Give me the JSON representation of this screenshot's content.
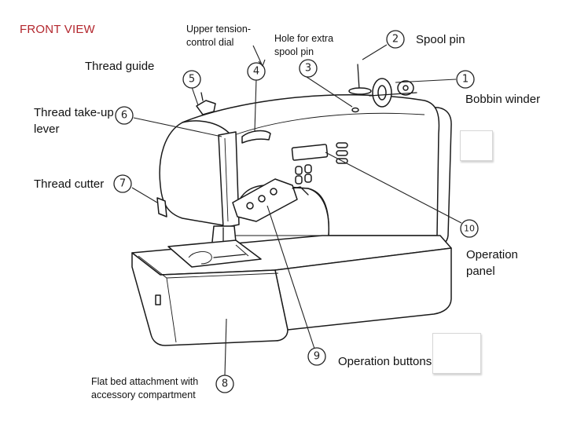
{
  "title": "FRONT VIEW",
  "labels": {
    "spool_pin": "Spool pin",
    "upper_tension": [
      "Upper tension-",
      "control dial"
    ],
    "hole_extra_spool": [
      "Hole for extra",
      "spool pin"
    ],
    "thread_guide": "Thread guide",
    "bobbin_winder": "Bobbin winder",
    "take_up_lever": [
      "Thread take-up",
      "lever"
    ],
    "thread_cutter": "Thread cutter",
    "operation_panel": [
      "Operation",
      "panel"
    ],
    "operation_buttons": "Operation buttons",
    "flat_bed": [
      "Flat bed attachment with",
      "accessory compartment"
    ]
  },
  "callouts": [
    "1",
    "2",
    "3",
    "4",
    "5",
    "6",
    "7",
    "8",
    "9",
    "10"
  ],
  "colors": {
    "title": "#b3262d",
    "line": "#1a1a1a"
  }
}
